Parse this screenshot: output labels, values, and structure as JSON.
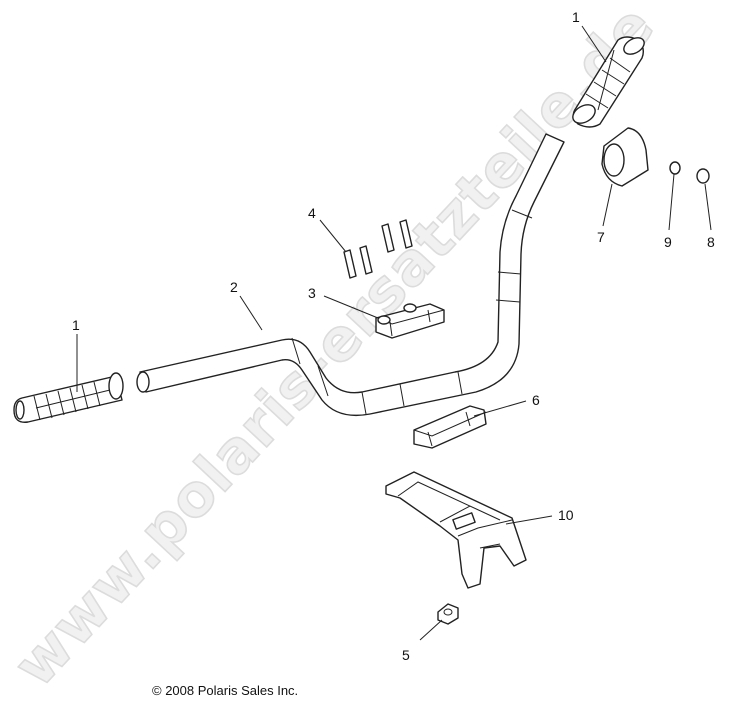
{
  "watermark": "www.polaris-ersatzteile.de",
  "copyright": "© 2008 Polaris Sales Inc.",
  "callouts": {
    "grip_right": "1",
    "grip_left": "1",
    "handlebar": "2",
    "clamp_upper": "3",
    "bolts": "4",
    "nut": "5",
    "clamp_lower": "6",
    "pad": "7",
    "plug_9": "9",
    "plug_8": "8",
    "bracket": "10"
  }
}
